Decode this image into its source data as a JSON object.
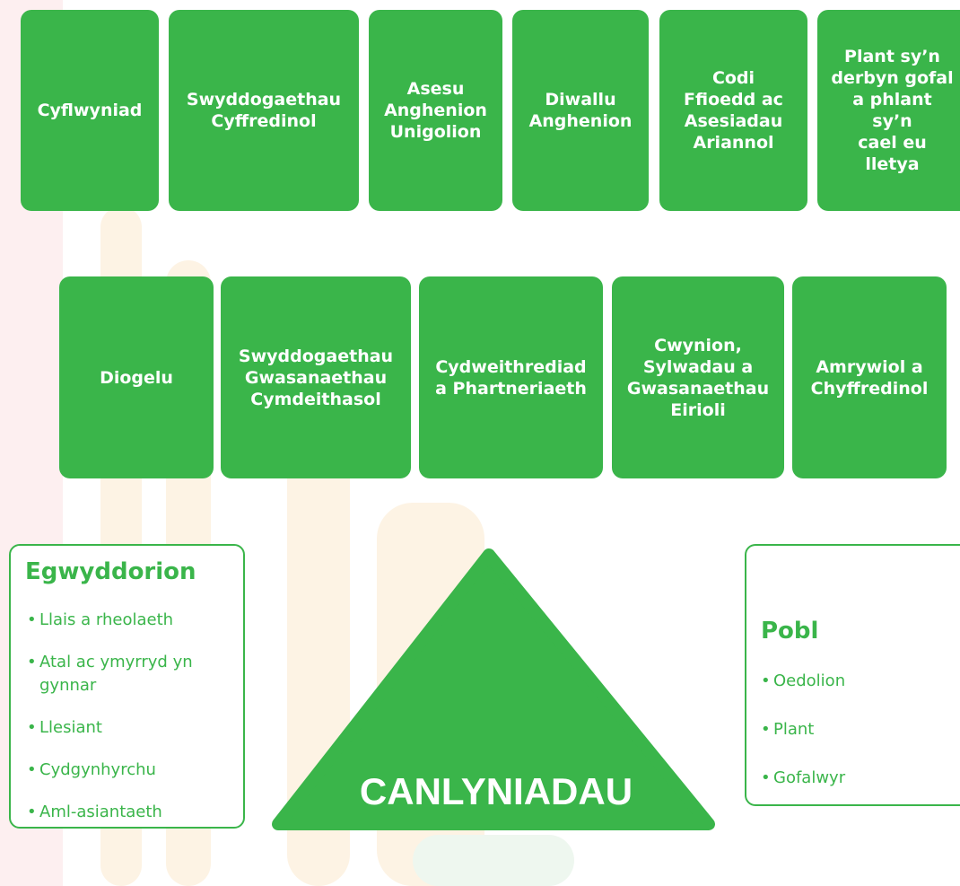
{
  "colors": {
    "accent": "#3ab54a",
    "text_on_accent": "#ffffff"
  },
  "row1": [
    "Cyflwyniad",
    "Swyddogaethau\nCyffredinol",
    "Asesu\nAnghenion\nUnigolion",
    "Diwallu\nAnghenion",
    "Codi\nFfioedd ac\nAsesiadau\nAriannol",
    "Plant sy’n\nderbyn gofal\na phlant sy’n\ncael eu lletya"
  ],
  "row2": [
    "Diogelu",
    "Swyddogaethau\nGwasanaethau\nCymdeithasol",
    "Cydweithrediad\na Phartneriaeth",
    "Cwynion,\nSylwadau a\nGwasanaethau\nEirioli",
    "Amrywiol a\nChyffredinol"
  ],
  "principles": {
    "title": "Egwyddorion",
    "items": [
      "Llais a rheolaeth",
      "Atal ac ymyrryd yn gynnar",
      "Llesiant",
      "Cydgynhyrchu",
      "Aml-asiantaeth"
    ]
  },
  "outcomes": {
    "label": "CANLYNIADAU"
  },
  "people": {
    "title": "Pobl",
    "items": [
      "Oedolion",
      "Plant",
      "Gofalwyr"
    ]
  }
}
